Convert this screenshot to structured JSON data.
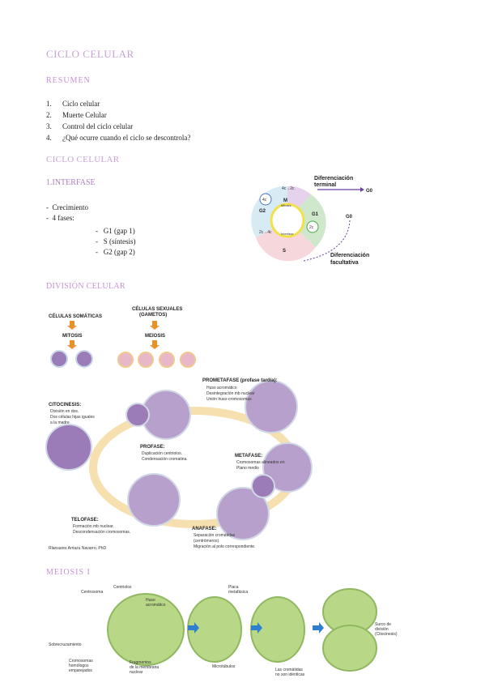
{
  "title": "CICLO CELULAR",
  "resumen_heading": "RESUMEN",
  "toc": [
    {
      "n": "1.",
      "text": "Ciclo celular"
    },
    {
      "n": "2.",
      "text": "Muerte Celular"
    },
    {
      "n": "3.",
      "text": "Control del ciclo celular"
    },
    {
      "n": "4.",
      "text": "¿Qué ocurre cuando el ciclo se descontrola?"
    }
  ],
  "section_heading": "CICLO CELULAR",
  "interfase_heading": "1.INTERFASE",
  "interfase_bullets": [
    "Crecimiento",
    "4 fases:"
  ],
  "fases": [
    "G1 (gap 1)",
    "S (síntesis)",
    "G2 (gap 2)"
  ],
  "cycle_diagram": {
    "dif_terminal": [
      "Diferenciación",
      "terminal"
    ],
    "dif_facultativa": [
      "Diferenciación",
      "facultativa"
    ],
    "g0": "G0",
    "m": "M",
    "m_sub": "Mitosis",
    "g1": "G1",
    "g2": "G2",
    "s": "S",
    "c4": "4c",
    "c2": "2c",
    "c4to2": "4c→2c",
    "c2to4": "2c→4c",
    "interfase": "Interfase"
  },
  "division_heading": "DIVISIÓN CELULAR",
  "division_fig": {
    "somaticas": "CÉLULAS SOMÁTICAS",
    "sexuales": [
      "CÉLULAS SEXUALES",
      "(GAMETOS)"
    ],
    "mitosis": "MITOSIS",
    "meiosis": "MEIOSIS",
    "prometafase_title": "PROMETAFASE (profase tardía):",
    "prometafase_lines": [
      "Huso acromático",
      "Desintegración mb nuclear",
      "Unión huso-cromosomas"
    ],
    "citocinesis_title": "CITOCINESIS:",
    "citocinesis_lines": [
      "División en dos.",
      "Dos células hijas iguales",
      "a la madre"
    ],
    "profase_title": "PROFASE:",
    "profase_lines": [
      "Duplicación centriolos.",
      "Condensación cromatina."
    ],
    "metafase_title": "METAFASE:",
    "metafase_lines": [
      "Cromosomas alineados en",
      "Plano medio"
    ],
    "telofase_title": "TELOFASE:",
    "telofase_lines": [
      "Formación mb nuclear.",
      "Descondensación cromosomas."
    ],
    "anafase_title": "ANAFASE:",
    "anafase_lines": [
      "Separación cromátidas",
      "(centrómeros)",
      "Migración al polo correspondiente."
    ],
    "author": "Rlansares Arriazu Navarro, PhD"
  },
  "meiosis_heading": "MEIOSIS I",
  "meiosis_fig": {
    "centrosoma": "Centrosoma",
    "centriolos": "Centriolos",
    "huso": [
      "Huso",
      "acromático"
    ],
    "placa": [
      "Placa",
      "metafásica"
    ],
    "sobrecruzamiento": "Sobrecruzamiento",
    "cromosomas": [
      "Cromosomas",
      "homólogos",
      "emparejados"
    ],
    "fragmentos": [
      "Fragmentos",
      "de la membrana",
      "nuclear"
    ],
    "microtubulos": "Microtúbulos",
    "cromatidas": [
      "Las cromátidas",
      "no son idénticas"
    ],
    "surco": [
      "Surco de",
      "división",
      "(Citocinesis)"
    ]
  },
  "colors": {
    "heading": "#c98fd6",
    "arrow": "#e8902a",
    "cycle_arrow": "#f7e0b0",
    "cell_purple": "#9b7bb8"
  }
}
